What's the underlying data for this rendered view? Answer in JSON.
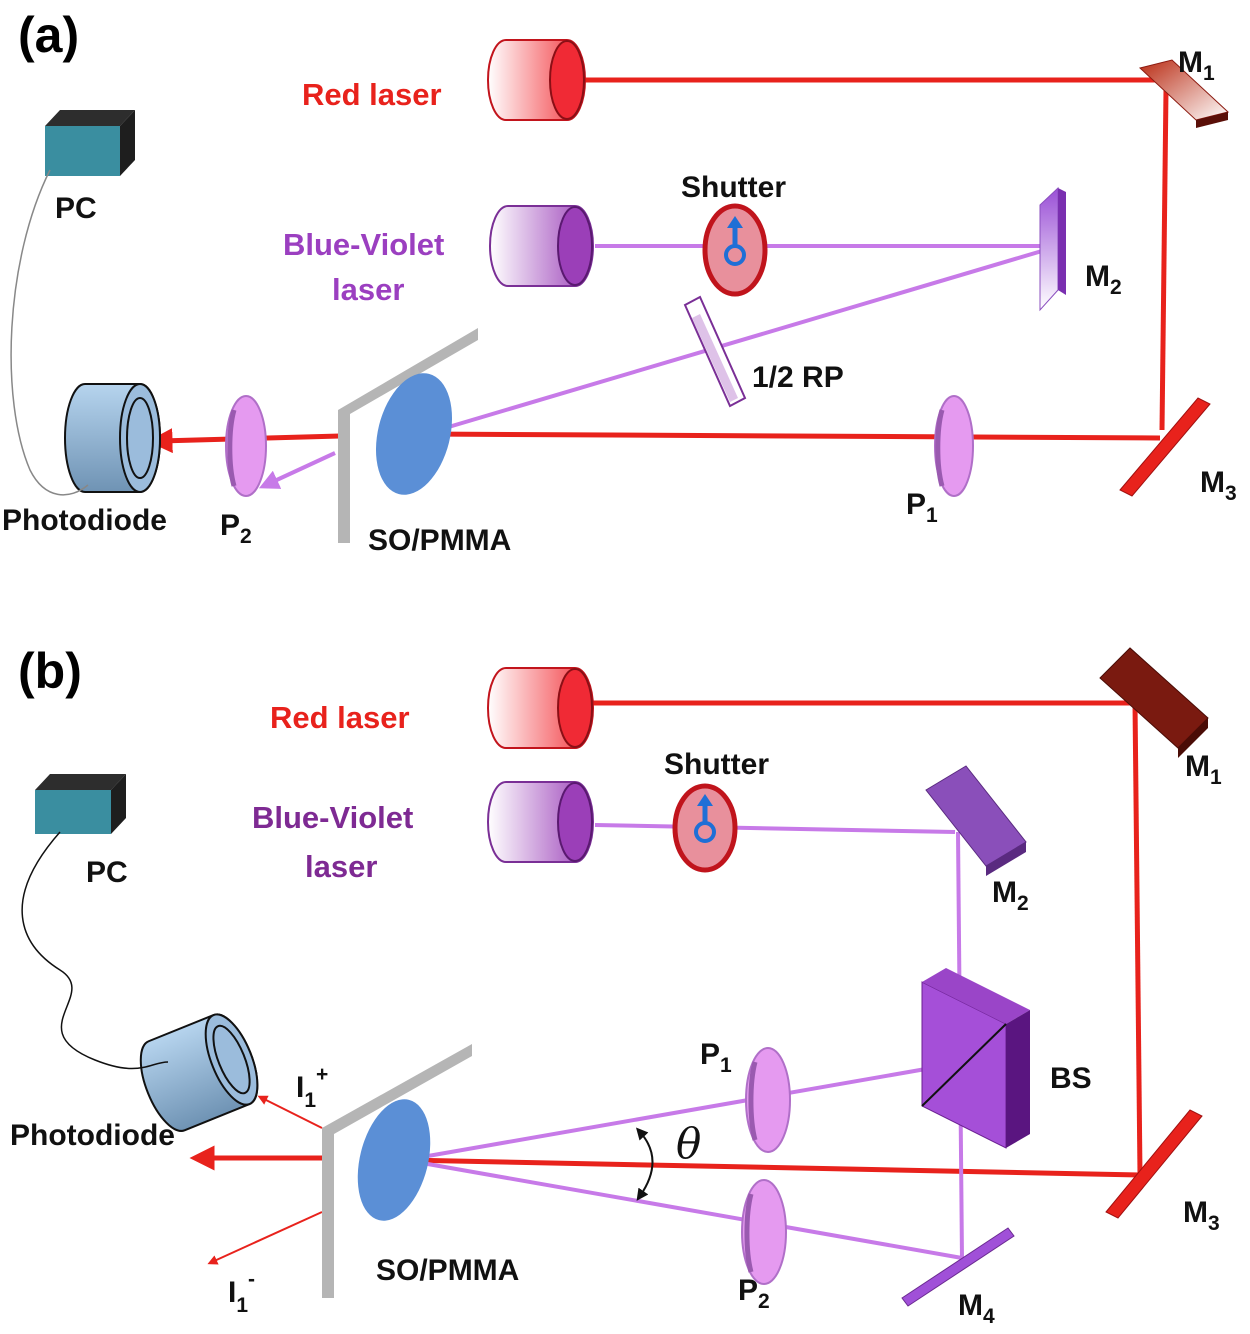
{
  "panel_a": {
    "tag": "(a)",
    "red_laser": "Red laser",
    "blue_violet_line1": "Blue-Violet",
    "blue_violet_line2": "laser",
    "shutter": "Shutter",
    "pc": "PC",
    "photodiode": "Photodiode",
    "half_rp": "1/2 RP",
    "sample": "SO/PMMA",
    "m1": "M",
    "m1_sub": "1",
    "m2": "M",
    "m2_sub": "2",
    "m3": "M",
    "m3_sub": "3",
    "p1": "P",
    "p1_sub": "1",
    "p2": "P",
    "p2_sub": "2"
  },
  "panel_b": {
    "tag": "(b)",
    "red_laser": "Red laser",
    "blue_violet_line1": "Blue-Violet",
    "blue_violet_line2": "laser",
    "shutter": "Shutter",
    "pc": "PC",
    "photodiode": "Photodiode",
    "bs": "BS",
    "sample": "SO/PMMA",
    "theta": "θ",
    "m1": "M",
    "m1_sub": "1",
    "m2": "M",
    "m2_sub": "2",
    "m3": "M",
    "m3_sub": "3",
    "m4": "M",
    "m4_sub": "4",
    "p1": "P",
    "p1_sub": "1",
    "p2": "P",
    "p2_sub": "2",
    "i_plus": "I",
    "i_plus_sub": "1",
    "i_plus_sup": "+",
    "i_minus": "I",
    "i_minus_sub": "1",
    "i_minus_sup": "-"
  },
  "colors": {
    "red_beam": "#e8221c",
    "violet_beam": "#c77ae8",
    "sample": "#5b8fd6",
    "polarizer": "#e59af0",
    "mirror_dark_red": "#8b1a10"
  }
}
